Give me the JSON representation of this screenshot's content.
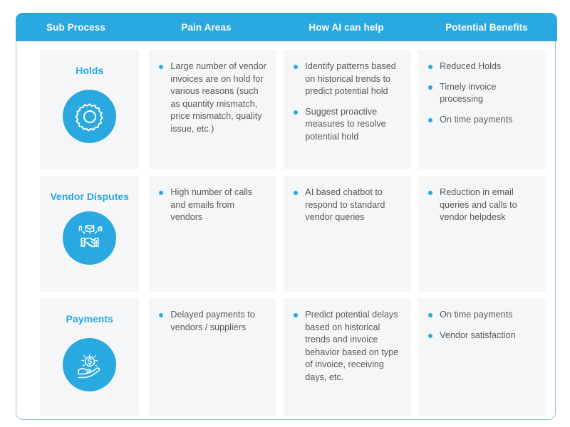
{
  "table": {
    "headers": [
      {
        "label": "Sub Process"
      },
      {
        "label": "Pain Areas"
      },
      {
        "label": "How AI can help"
      },
      {
        "label": "Potential Benefits"
      }
    ],
    "rows": [
      {
        "sub_process": {
          "title": "Holds",
          "icon": "gear-icon"
        },
        "pain_areas": [
          "Large number of vendor invoices are on hold for various reasons (such as quantity mismatch, price mismatch, quality issue, etc.)"
        ],
        "how_ai_can_help": [
          "Identify patterns based on historical trends to predict potential hold",
          "Suggest proactive measures to resolve potential hold"
        ],
        "potential_benefits": [
          "Reduced Holds",
          "Timely invoice processing",
          "On time payments"
        ]
      },
      {
        "sub_process": {
          "title": "Vendor Disputes",
          "icon": "handshake-envelope-icon"
        },
        "pain_areas": [
          "High number of calls and emails from vendors"
        ],
        "how_ai_can_help": [
          "AI based chatbot to respond to standard vendor queries"
        ],
        "potential_benefits": [
          "Reduction in email queries and calls to vendor helpdesk"
        ]
      },
      {
        "sub_process": {
          "title": "Payments",
          "icon": "hand-holding-dollar-icon"
        },
        "pain_areas": [
          "Delayed payments to vendors / suppliers"
        ],
        "how_ai_can_help": [
          "Predict potential delays based on historical trends and invoice behavior based on type of invoice, receiving days, etc."
        ],
        "potential_benefits": [
          "On time payments",
          "Vendor satisfaction"
        ]
      }
    ]
  },
  "colors": {
    "accent": "#29a9e0",
    "cell_background": "#f4f6f8",
    "body_text": "#58595b",
    "border": "#8cc3e3",
    "header_text": "#ffffff"
  }
}
